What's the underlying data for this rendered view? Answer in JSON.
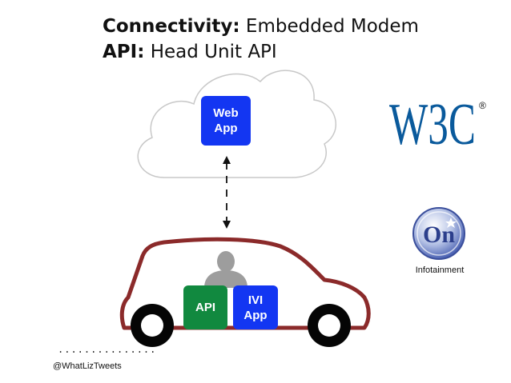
{
  "heading": {
    "line1_label": "Connectivity:",
    "line1_value": "Embedded Modem",
    "line2_label": "API:",
    "line2_value": "Head Unit API"
  },
  "boxes": {
    "webapp": [
      "Web",
      "App"
    ],
    "api": "API",
    "iviapp": [
      "IVI",
      "App"
    ]
  },
  "logos": {
    "w3c_text": "W3C",
    "registered": "®",
    "on_text": "On",
    "infotainment_label": "Infotainment"
  },
  "footer": {
    "dots": "...............",
    "handle": "@WhatLizTweets"
  },
  "colors": {
    "blue_box": "#1336f2",
    "green_box": "#11893f",
    "car_outline": "#8b2a2a",
    "w3c_blue": "#0a5a9c"
  }
}
